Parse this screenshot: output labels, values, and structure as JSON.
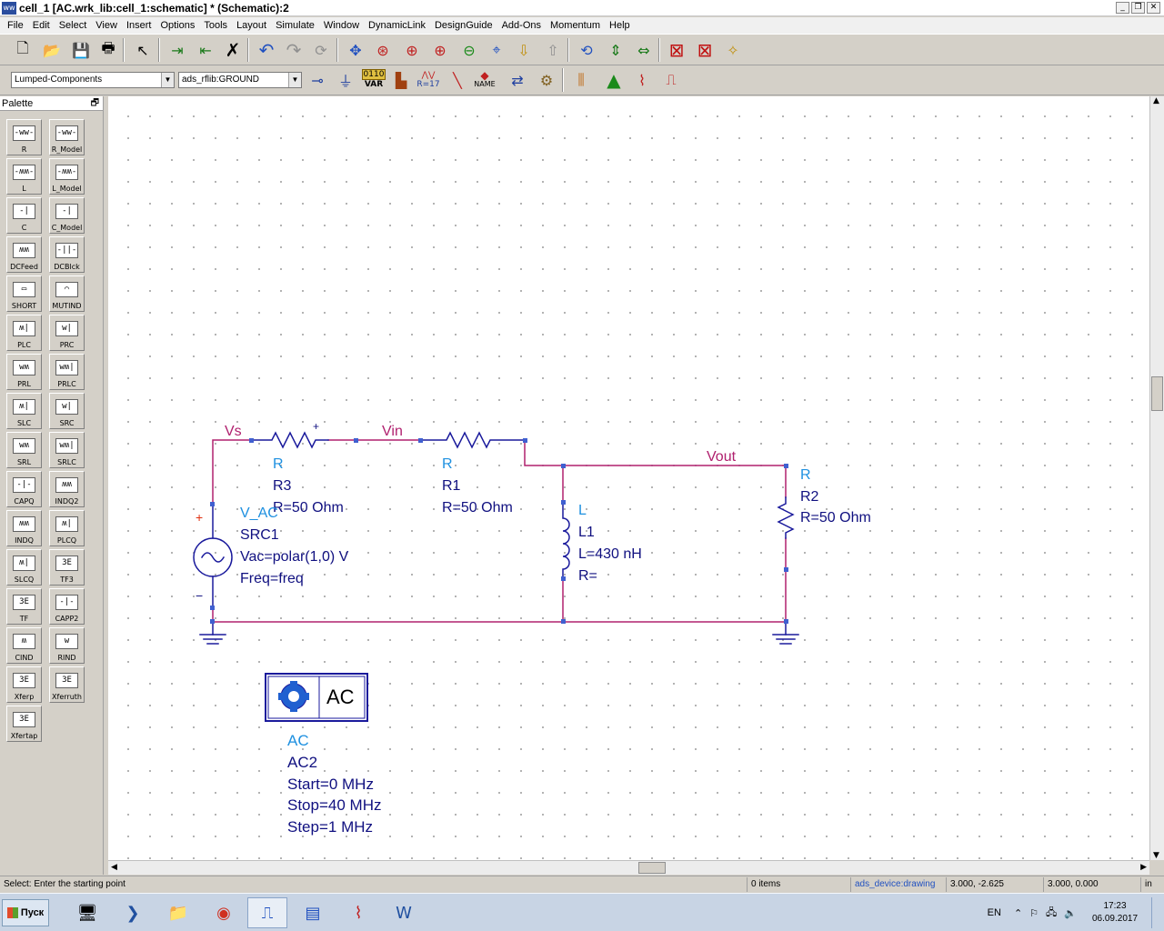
{
  "window": {
    "icon": "ads-app-icon",
    "title": "cell_1 [AC.wrk_lib:cell_1:schematic] * (Schematic):2",
    "buttons": [
      "_",
      "❐",
      "✕"
    ]
  },
  "menu": [
    "File",
    "Edit",
    "Select",
    "View",
    "Insert",
    "Options",
    "Tools",
    "Layout",
    "Simulate",
    "Window",
    "DynamicLink",
    "DesignGuide",
    "Add-Ons",
    "Momentum",
    "Help"
  ],
  "toolbar": {
    "library_select": "Lumped-Components",
    "component_select": "ads_rflib:GROUND",
    "var_label": "VAR",
    "var_bits": "0110",
    "name_label": "NAME",
    "r17_label": "R=17"
  },
  "palette": {
    "title": "Palette",
    "items": [
      {
        "label": "R",
        "sym": "-ww-"
      },
      {
        "label": "R_Model",
        "sym": "-ww-"
      },
      {
        "label": "L",
        "sym": "-ʍʍ-"
      },
      {
        "label": "L_Model",
        "sym": "-ʍʍ-"
      },
      {
        "label": "C",
        "sym": "-| |-"
      },
      {
        "label": "C_Model",
        "sym": "-| |-"
      },
      {
        "label": "DCFeed",
        "sym": "ʍʍ"
      },
      {
        "label": "DCBlck",
        "sym": "-||-"
      },
      {
        "label": "SHORT",
        "sym": "▭"
      },
      {
        "label": "MUTIND",
        "sym": "⌒"
      },
      {
        "label": "PLC",
        "sym": "ʍ|"
      },
      {
        "label": "PRC",
        "sym": "w|"
      },
      {
        "label": "PRL",
        "sym": "wʍ"
      },
      {
        "label": "PRLC",
        "sym": "wʍ|"
      },
      {
        "label": "SLC",
        "sym": "ʍ|"
      },
      {
        "label": "SRC",
        "sym": "w|"
      },
      {
        "label": "SRL",
        "sym": "wʍ"
      },
      {
        "label": "SRLC",
        "sym": "wʍ|"
      },
      {
        "label": "CAPQ",
        "sym": "-|-"
      },
      {
        "label": "INDQ2",
        "sym": "ʍʍ"
      },
      {
        "label": "INDQ",
        "sym": "ʍʍ"
      },
      {
        "label": "PLCQ",
        "sym": "ʍ|"
      },
      {
        "label": "SLCQ",
        "sym": "ʍ|"
      },
      {
        "label": "TF3",
        "sym": "3E"
      },
      {
        "label": "TF",
        "sym": "3E"
      },
      {
        "label": "CAPP2",
        "sym": "-|-"
      },
      {
        "label": "CIND",
        "sym": "ʍ"
      },
      {
        "label": "RIND",
        "sym": "w"
      },
      {
        "label": "Xferp",
        "sym": "3E"
      },
      {
        "label": "Xferruth",
        "sym": "3E"
      },
      {
        "label": "Xfertap",
        "sym": "3E"
      }
    ]
  },
  "schematic": {
    "nets": {
      "vs": "Vs",
      "vin": "Vin",
      "vout": "Vout"
    },
    "r3": {
      "type": "R",
      "name": "R3",
      "value": "R=50 Ohm",
      "plus": "+"
    },
    "r1": {
      "type": "R",
      "name": "R1",
      "value": "R=50 Ohm"
    },
    "r2": {
      "type": "R",
      "name": "R2",
      "value": "R=50 Ohm"
    },
    "l1": {
      "type": "L",
      "name": "L1",
      "value": "L=430 nH",
      "r": "R="
    },
    "src": {
      "type": "V_AC",
      "name": "SRC1",
      "vac": "Vac=polar(1,0) V",
      "freq": "Freq=freq",
      "plus": "+",
      "minus": "−"
    },
    "ac": {
      "box_label": "AC",
      "type": "AC",
      "name": "AC2",
      "start": "Start=0 MHz",
      "stop": "Stop=40 MHz",
      "step": "Step=1 MHz"
    }
  },
  "status": {
    "message": "Select: Enter the starting point",
    "items": "0 items",
    "layer": "ads_device:drawing",
    "coord1": "3.000, -2.625",
    "coord2": "3.000, 0.000",
    "unit": "in"
  },
  "taskbar": {
    "start": "Пуск",
    "lang": "EN",
    "time": "17:23",
    "date": "06.09.2017"
  },
  "colors": {
    "wire": "#b0206e",
    "component": "#1a1a9c",
    "label_type": "#1e90e0",
    "label_text": "#101080",
    "pin": "#4060d0"
  }
}
